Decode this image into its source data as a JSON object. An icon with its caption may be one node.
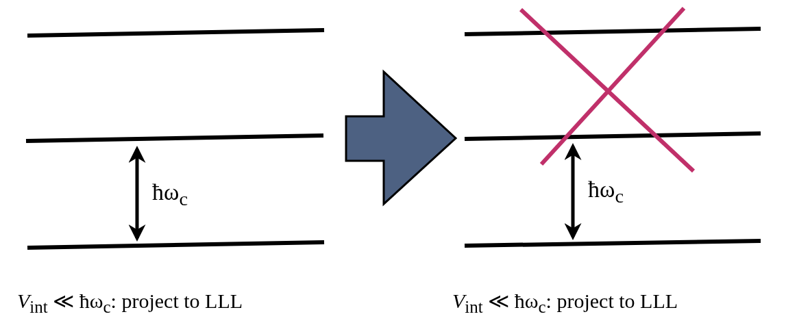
{
  "diagram": {
    "labels": [
      "ħω$_{c}$",
      "ħω$_{c}$",
      "*V*$_{int}$ ≪ ħω$_{c}$: project to LLL",
      "*V*$_{int}$ ≪ ħω$_{c}$: project to LLL"
    ]
  }
}
